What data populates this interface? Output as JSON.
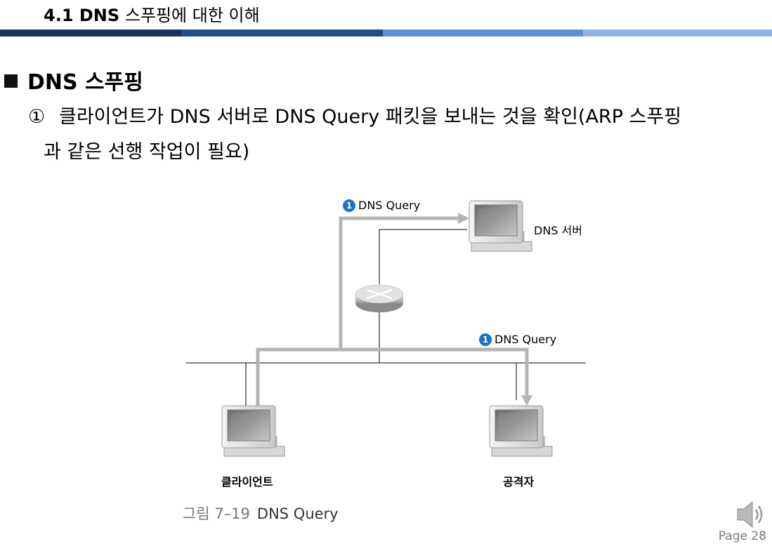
{
  "header": {
    "number_bold": "4.1 DNS",
    "rest": "스푸핑에 대한 이해"
  },
  "section": {
    "title": "DNS 스푸핑"
  },
  "item": {
    "marker": "①",
    "line1": "클라이언트가 DNS 서버로 DNS Query 패킷을 보내는 것을 확인(ARP 스푸핑",
    "line2": "과 같은 선행 작업이 필요)"
  },
  "diagram": {
    "step_number": "1",
    "query_label_top": "DNS Query",
    "query_label_bottom": "DNS Query",
    "dns_server_label": "DNS 서버",
    "client_label": "클라이언트",
    "attacker_label": "공격자"
  },
  "caption": {
    "figure_num": "그림 7–19",
    "text": "DNS Query"
  },
  "footer": {
    "page": "Page 28"
  },
  "colors": {
    "stripe_dark": "#17365d",
    "stripe_mid": "#1f4e8c",
    "stripe_light": "#5b8fd8",
    "stripe_lightest": "#8fb4e3",
    "step_badge": "#1a73c9"
  }
}
